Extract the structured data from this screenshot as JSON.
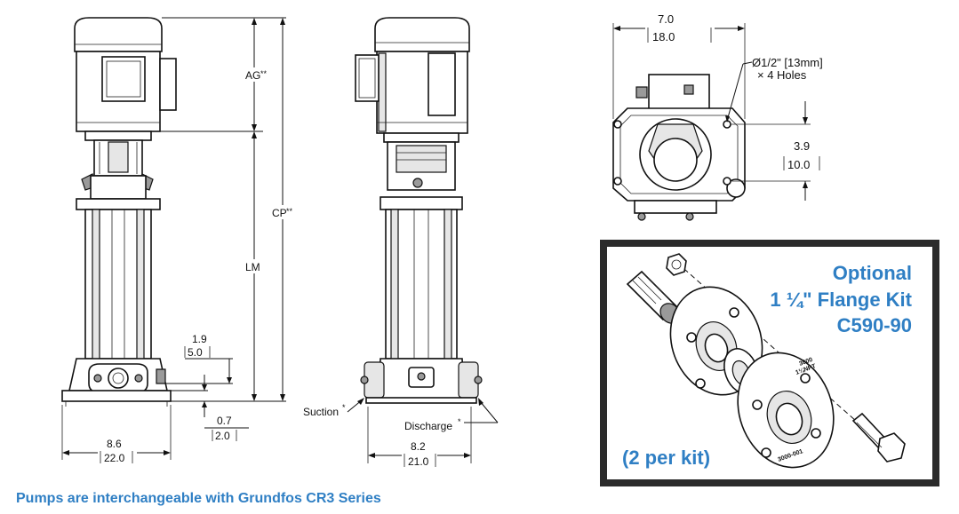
{
  "front_view": {
    "ag_label": "AG",
    "cp_label": "CP",
    "lm_label": "LM",
    "stars": "**",
    "dim_19": "1.9",
    "dim_50": "5.0",
    "dim_07": "0.7",
    "dim_20": "2.0",
    "dim_86": "8.6",
    "dim_220": "22.0"
  },
  "side_view": {
    "suction_label": "Suction",
    "discharge_label": "Discharge",
    "star": "*",
    "dim_82": "8.2",
    "dim_210": "21.0"
  },
  "top_view": {
    "dim_70": "7.0",
    "dim_180": "18.0",
    "hole_line1": "Ø1/2\" [13mm]",
    "hole_line2": "× 4 Holes",
    "dim_39": "3.9",
    "dim_100": "10.0"
  },
  "flange_kit": {
    "title_line1": "Optional",
    "title_line2": "1 ¼\" Flange Kit",
    "title_line3": "C590-90",
    "quantity": "(2 per kit)",
    "flange_text_a": "3000",
    "flange_text_b": "1¼NPT",
    "flange_text_c": "3000-001",
    "accent_color": "#2f7fc4"
  },
  "caption": "Pumps are interchangeable with Grundfos CR3 Series"
}
